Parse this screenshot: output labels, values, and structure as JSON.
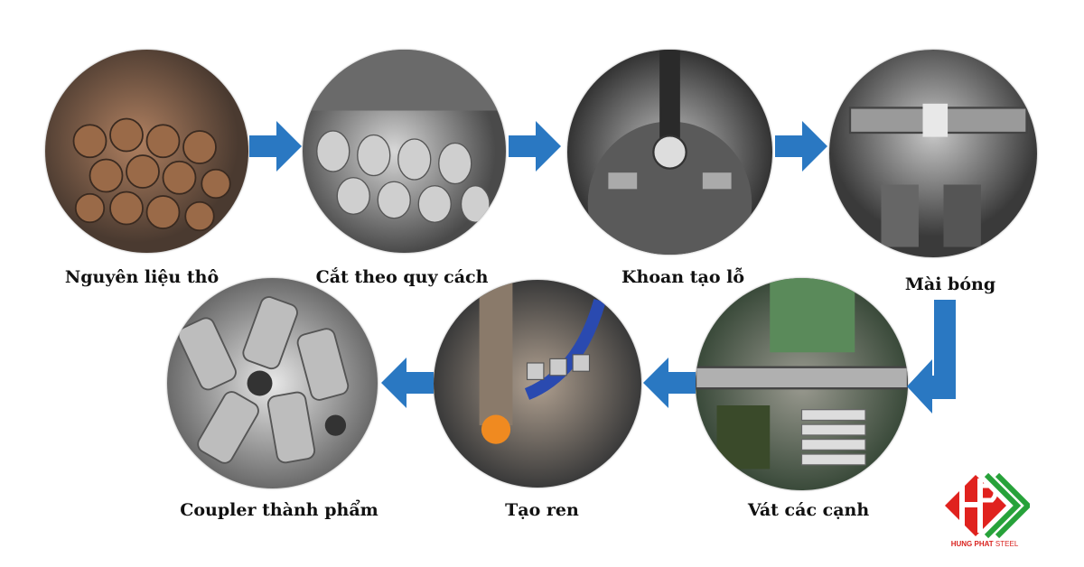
{
  "steps": [
    {
      "label": "Nguyên liệu thô",
      "image": "raw-steel-bars"
    },
    {
      "label": "Cắt theo quy cách",
      "image": "cut-steel-pieces"
    },
    {
      "label": "Khoan tạo lỗ",
      "image": "drilling-machine"
    },
    {
      "label": "Mài bóng",
      "image": "polishing-lathe"
    },
    {
      "label": "Vát các cạnh",
      "image": "chamfering-lathe"
    },
    {
      "label": "Tạo ren",
      "image": "threading-machine"
    },
    {
      "label": "Coupler thành phẩm",
      "image": "finished-couplers"
    }
  ],
  "logo": {
    "name_bold": "HUNG PHAT",
    "name_light": "STEEL"
  },
  "colors": {
    "arrow": "#2a78c2",
    "logo_red": "#e0221e",
    "logo_green": "#27a23a"
  }
}
